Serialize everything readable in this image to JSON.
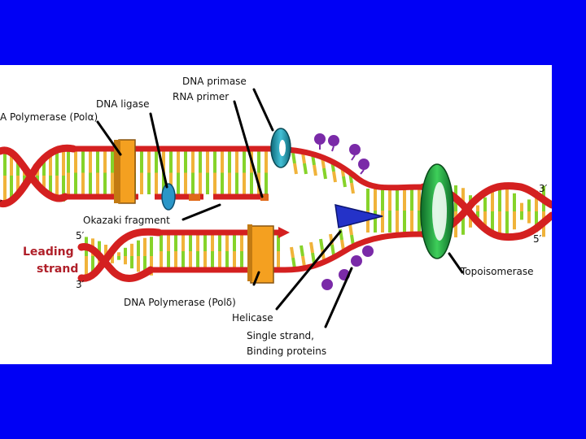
{
  "colors": {
    "background": "#0000f5",
    "panel": "#ffffff",
    "backbone": "#d42020",
    "base_green": "#86d32a",
    "base_yellow": "#f0b33a",
    "ligase": "#2a96c8",
    "polymerase": "#f4a020",
    "primase": "#2a9ab0",
    "helicase": "#2432c8",
    "topoisomerase": "#1f9a3a",
    "ssb": "#7a2aa8",
    "leading_text": "#b0202a"
  },
  "labels": {
    "dna_primase": "DNA primase",
    "rna_primer": "RNA primer",
    "dna_ligase": "DNA ligase",
    "polymerase_alpha": "A Polymerase (Polα)",
    "okazaki_fragment": "Okazaki fragment",
    "five_prime_left": "5′",
    "three_prime_left": "3′",
    "leading_line1": "Leading",
    "leading_line2": "strand",
    "polymerase_delta": "DNA Polymerase (Polδ)",
    "helicase": "Helicase",
    "ssb_line1": "Single strand,",
    "ssb_line2": "Binding proteins",
    "three_prime_right": "3′",
    "five_prime_right": "5′",
    "topoisomerase": "Topoisomerase",
    "edge_mark": "′"
  }
}
